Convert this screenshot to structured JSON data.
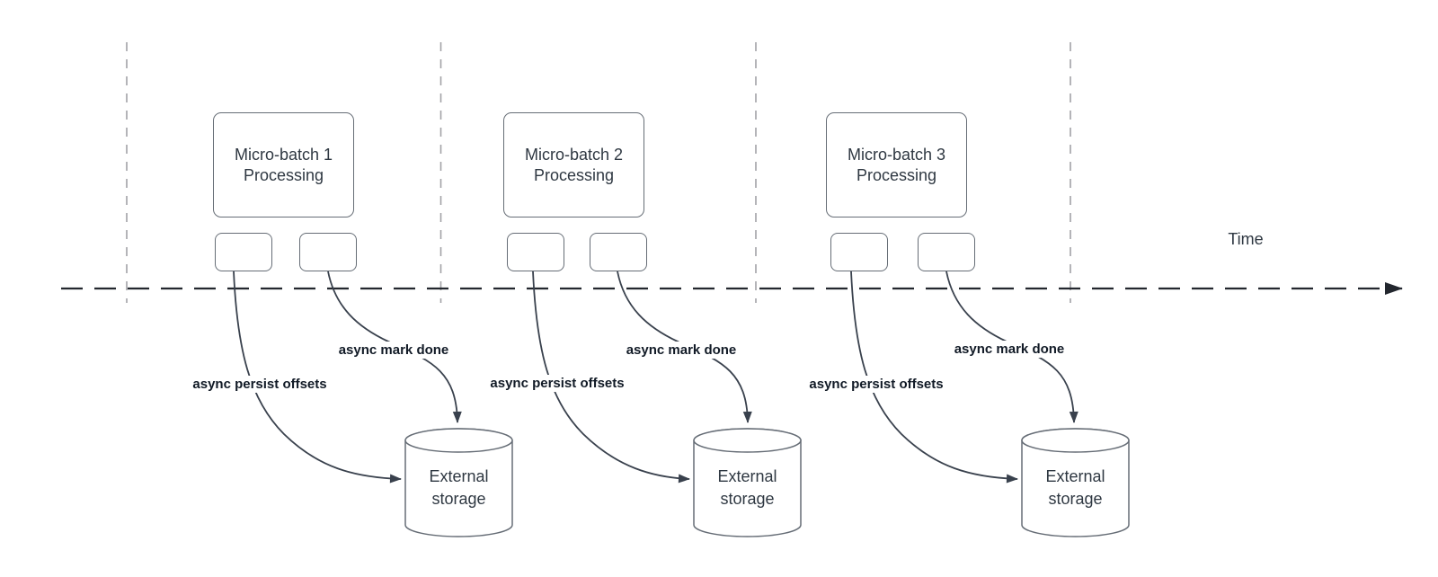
{
  "colors": {
    "ink": "#2f3842",
    "label": "#111a26",
    "line": "#39414d",
    "axis": "#23272e",
    "guide": "#a2a2a6",
    "shape-stroke": "#666d76",
    "bg": "#ffffff"
  },
  "time_axis": {
    "label": "Time"
  },
  "groups": [
    {
      "title": "Micro-batch 1 Processing",
      "persist_label": "async persist offsets",
      "done_label": "async mark done",
      "storage_label": "External storage"
    },
    {
      "title": "Micro-batch 2 Processing",
      "persist_label": "async persist offsets",
      "done_label": "async mark done",
      "storage_label": "External storage"
    },
    {
      "title": "Micro-batch 3 Processing",
      "persist_label": "async persist offsets",
      "done_label": "async mark done",
      "storage_label": "External storage"
    }
  ]
}
